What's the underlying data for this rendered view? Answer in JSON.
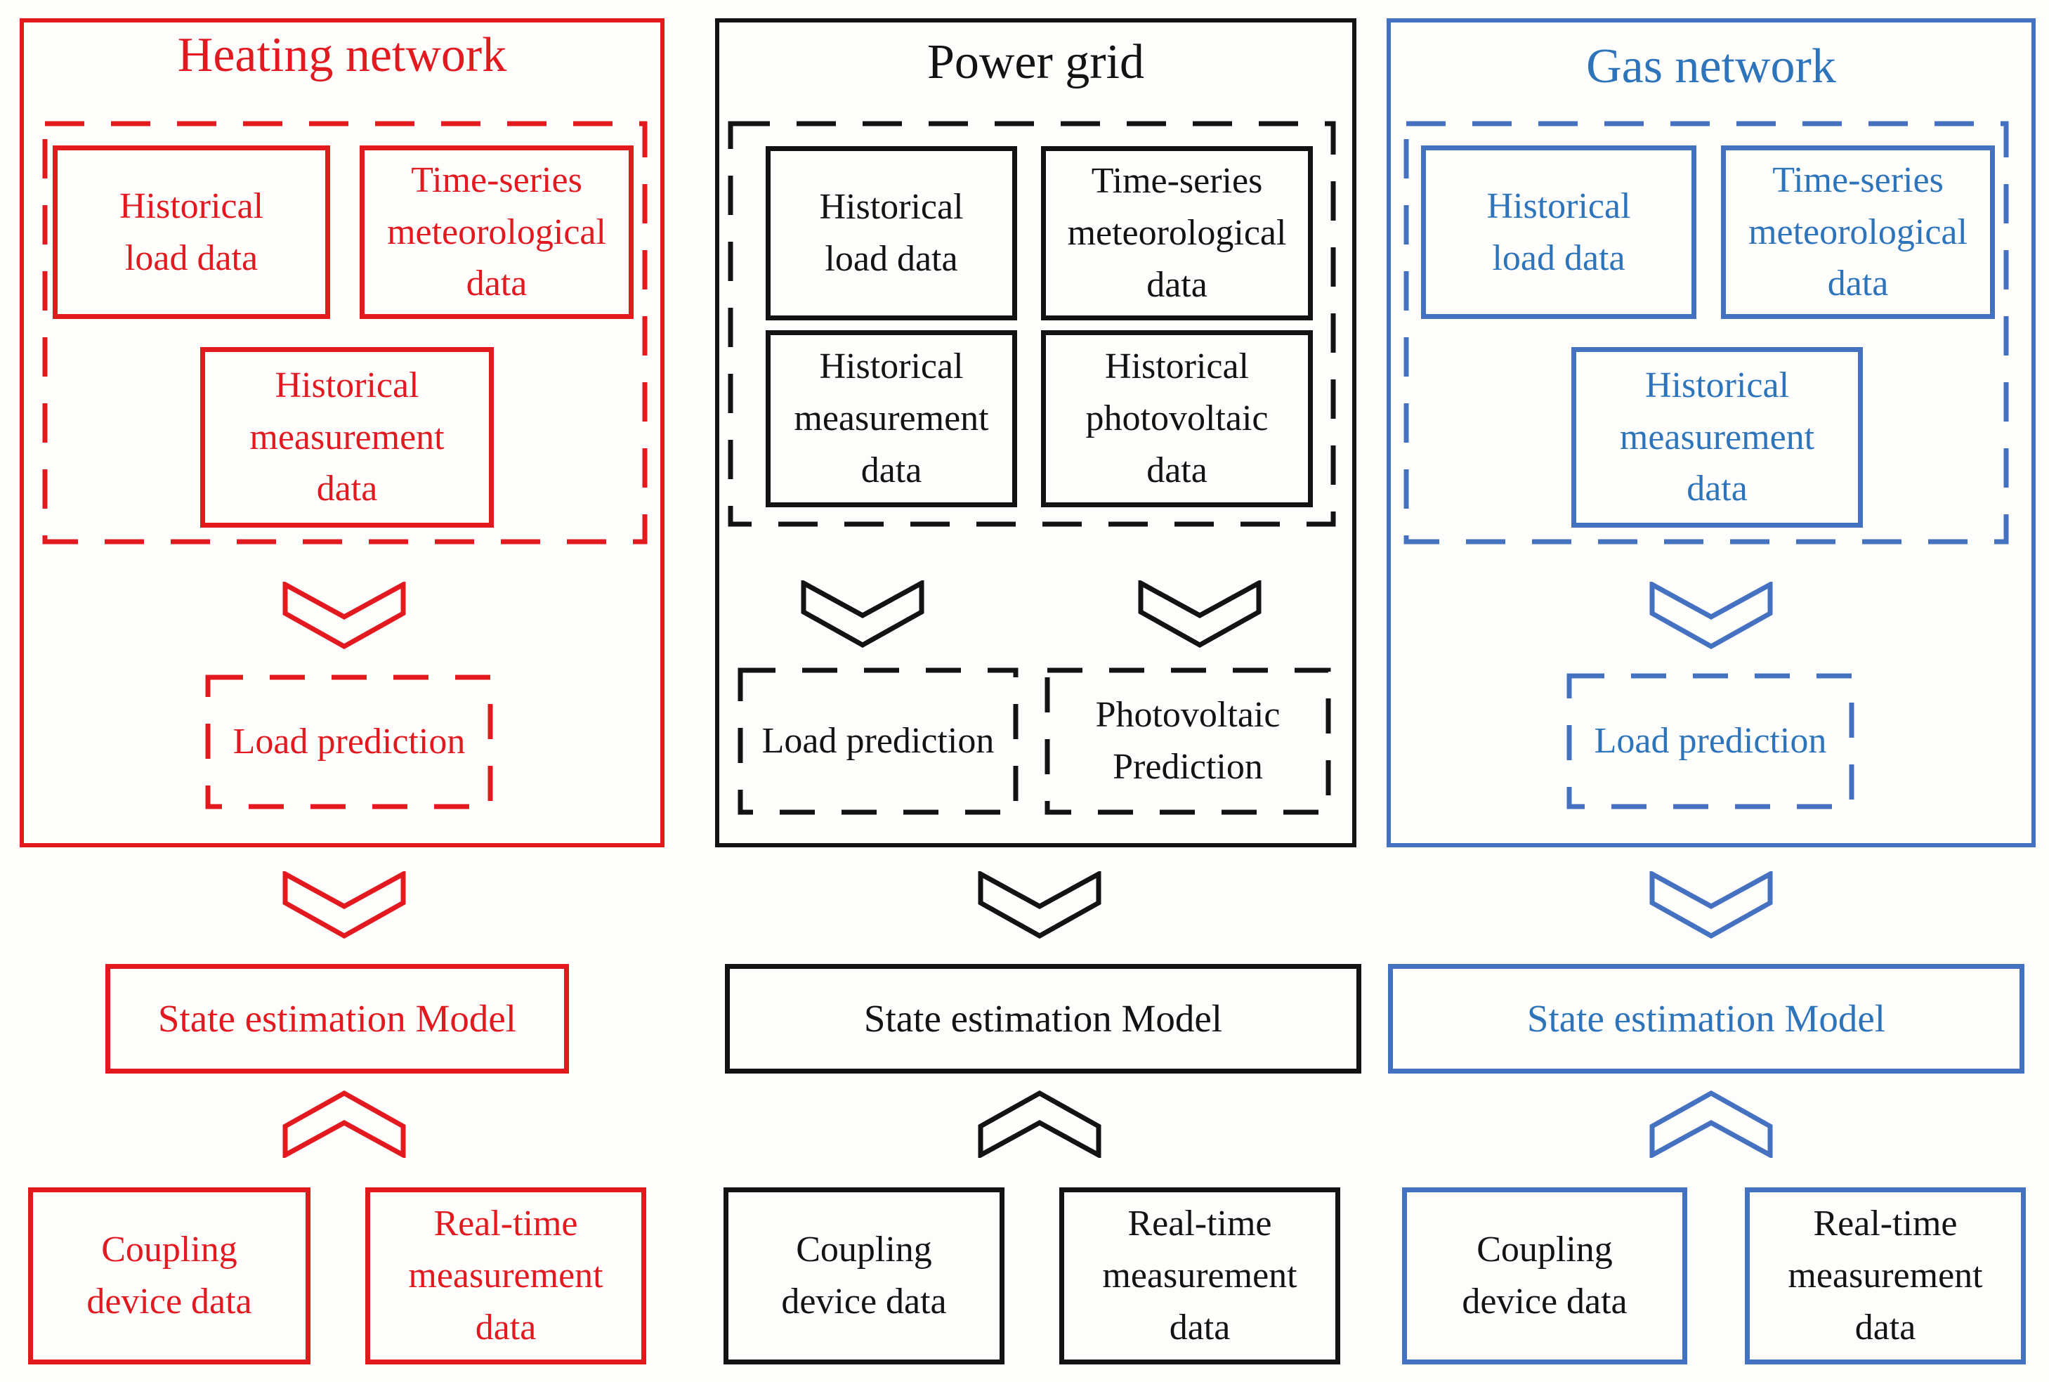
{
  "figure": {
    "type": "flow-diagram",
    "description_visible_text_only": true,
    "background": "#fdfdfc"
  },
  "icons": {
    "flow_down": "chevron-down-icon",
    "flow_up": "chevron-up-icon"
  },
  "columns": [
    {
      "id": "heating-network",
      "title": "Heating network",
      "colors": {
        "line": "#e21a20",
        "text": "#e21a20"
      },
      "labels": {
        "historical_load": "Historical\nload data",
        "timeseries_met": "Time-series\nmeteorological\ndata",
        "historical_measurement": "Historical\nmeasurement\ndata",
        "load_prediction": "Load prediction",
        "state_estimation": "State estimation Model",
        "coupling_device": "Coupling\ndevice data",
        "realtime_measurement": "Real-time\nmeasurement\ndata"
      }
    },
    {
      "id": "power-grid",
      "title": "Power grid",
      "colors": {
        "line": "#131313",
        "text": "#131313"
      },
      "labels": {
        "historical_load": "Historical\nload data",
        "timeseries_met": "Time-series\nmeteorological\ndata",
        "historical_measurement": "Historical\nmeasurement\ndata",
        "historical_photovoltaic": "Historical\nphotovoltaic\ndata",
        "load_prediction": "Load prediction",
        "photovoltaic_prediction": "Photovoltaic\nPrediction",
        "state_estimation": "State estimation Model",
        "coupling_device": "Coupling\ndevice data",
        "realtime_measurement": "Real-time\nmeasurement\ndata"
      }
    },
    {
      "id": "gas-network",
      "title": "Gas network",
      "colors": {
        "line": "#4571c1",
        "text": "#2e74ba",
        "bottom_text": "#131313"
      },
      "labels": {
        "historical_load": "Historical\nload data",
        "timeseries_met": "Time-series\nmeteorological\ndata",
        "historical_measurement": "Historical\nmeasurement\ndata",
        "load_prediction": "Load prediction",
        "state_estimation": "State estimation Model",
        "coupling_device": "Coupling\ndevice data",
        "realtime_measurement": "Real-time\nmeasurement\ndata"
      }
    }
  ]
}
